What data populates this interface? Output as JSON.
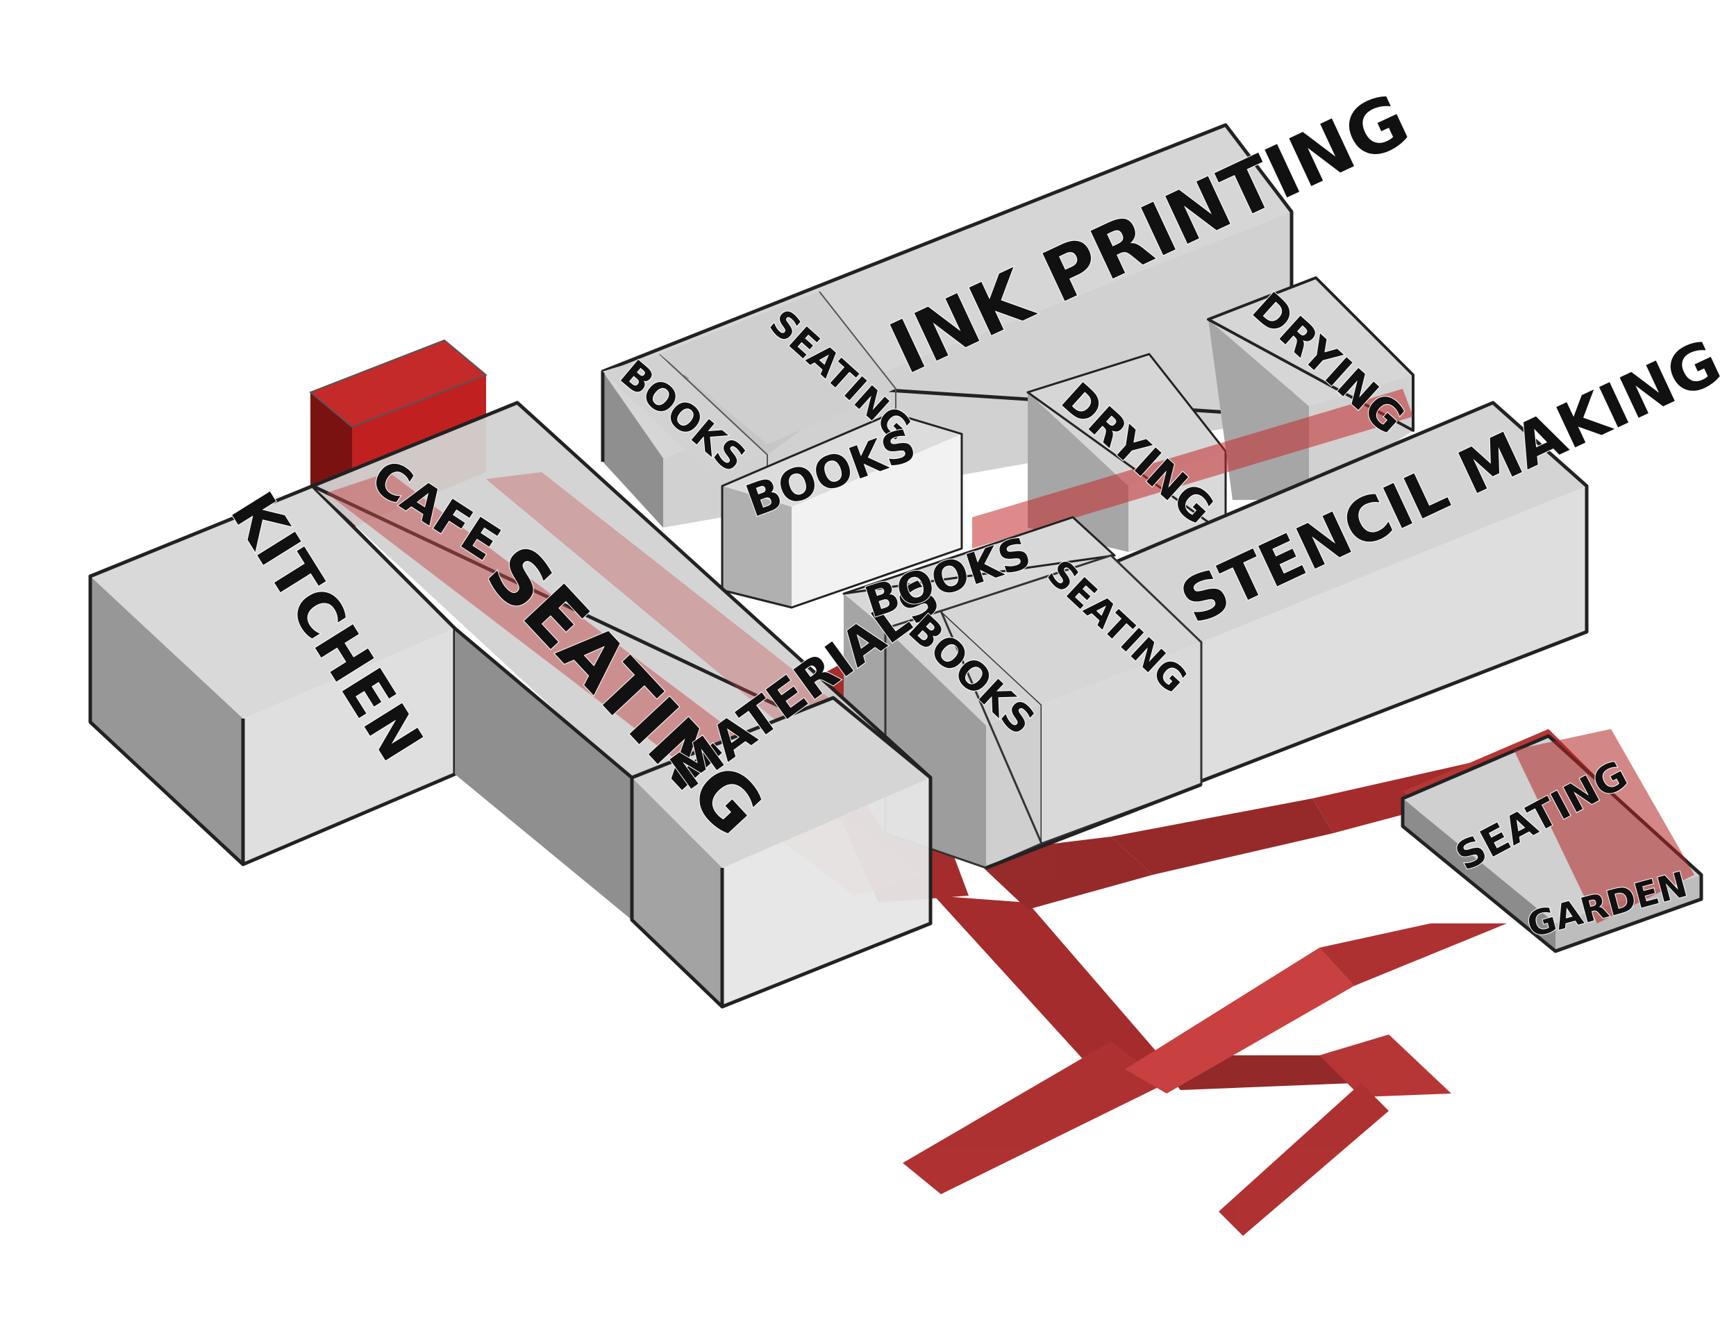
{
  "labels": {
    "kitchen": "KITCHEN",
    "cafe": "CAFE",
    "seating_main": "SEATING",
    "materials": "MATERIALS",
    "books_left_top": "BOOKS",
    "seating_top": "SEATING",
    "ink_printing": "INK PRINTING",
    "books_mid_top": "BOOKS",
    "drying_1": "DRYING",
    "drying_2": "DRYING",
    "stencil_making": "STENCIL MAKING",
    "books_center_1": "BOOKS",
    "books_center_2": "BOOKS",
    "seating_center": "SEATING",
    "seating_garden": "SEATING",
    "garden": "GARDEN"
  },
  "colors": {
    "path_red": "#9e1b1b",
    "path_red_light": "#c53030",
    "box_top": "#d9d9d9",
    "box_left": "#9a9a9a",
    "box_right": "#bdbdbd",
    "edge": "#222222"
  }
}
